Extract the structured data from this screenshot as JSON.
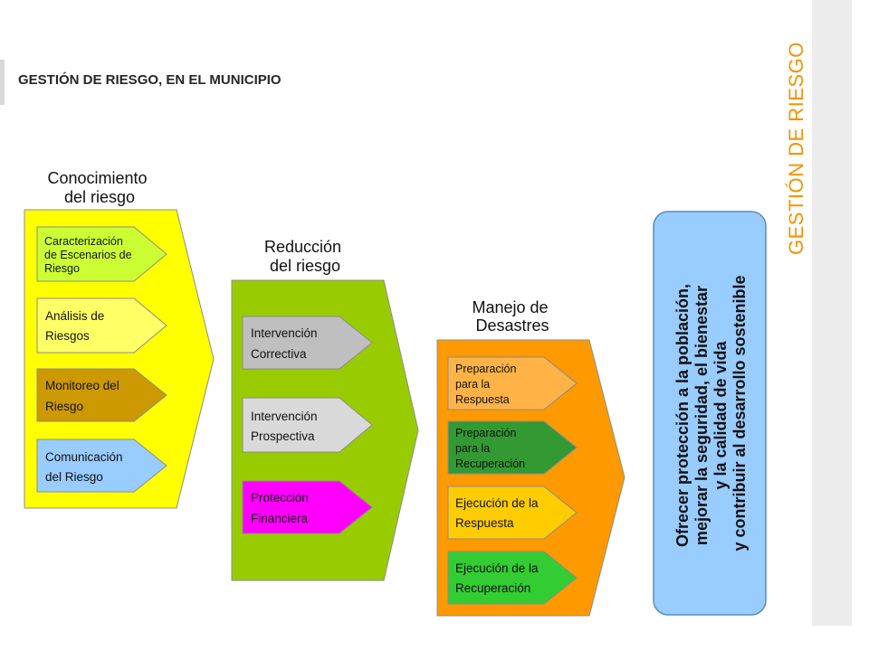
{
  "slide": {
    "title": "GESTIÓN DE RIESGO, EN EL MUNICIPIO",
    "vertical_title": "GESTIÓN DE RIESGO"
  },
  "diagram": {
    "stages": [
      {
        "heading": [
          "Conocimiento",
          "del riesgo"
        ],
        "color": "#ffff00",
        "items": [
          {
            "label": [
              "Caracterización",
              "de Escenarios de",
              "Riesgo"
            ],
            "color": "#ccff33"
          },
          {
            "label": [
              "Análisis de",
              "Riesgos"
            ],
            "color": "#ffff66"
          },
          {
            "label": [
              "Monitoreo del",
              "Riesgo"
            ],
            "color": "#cc9900"
          },
          {
            "label": [
              "Comunicación",
              "del Riesgo"
            ],
            "color": "#99ccff"
          }
        ]
      },
      {
        "heading": [
          "Reducción",
          "del riesgo"
        ],
        "color": "#99cc00",
        "items": [
          {
            "label": [
              "Intervención",
              "Correctiva"
            ],
            "color": "#bfbfbf"
          },
          {
            "label": [
              "Intervención",
              "Prospectiva"
            ],
            "color": "#d9d9d9"
          },
          {
            "label": [
              "Protección",
              "Financiera"
            ],
            "color": "#ff00ff"
          }
        ]
      },
      {
        "heading": [
          "Manejo de",
          "Desastres"
        ],
        "color": "#ff9900",
        "items": [
          {
            "label": [
              "Preparación",
              "para la",
              "Respuesta"
            ],
            "color": "#ffb347"
          },
          {
            "label": [
              "Preparación",
              "para la",
              "Recuperación"
            ],
            "color": "#339933"
          },
          {
            "label": [
              "Ejecución de la",
              "Respuesta"
            ],
            "color": "#ffcc00"
          },
          {
            "label": [
              "Ejecución de la",
              "Recuperación"
            ],
            "color": "#33cc33"
          }
        ]
      }
    ],
    "goal": {
      "lines": [
        "Ofrecer protección a la población,",
        "mejorar la seguridad,  el bienestar",
        "y la calidad de vida",
        "y contribuir al  desarrollo sostenible"
      ],
      "color": "#99ccff"
    }
  }
}
